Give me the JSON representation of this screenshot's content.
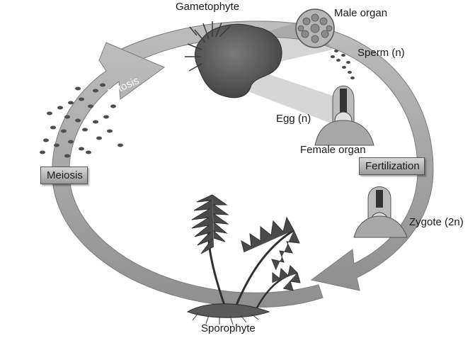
{
  "labels": {
    "gametophyte": "Gametophyte",
    "male_organ": "Male organ",
    "sperm": "Sperm (n)",
    "egg": "Egg (n)",
    "female_organ": "Female organ",
    "fertilization": "Fertilization",
    "zygote": "Zygote (2n)",
    "sporophyte": "Sporophyte",
    "meiosis": "Meiosis",
    "mitosis": "Mitosis"
  },
  "colors": {
    "ring": "#a6a6a6",
    "ring_edge": "#7a7a7a",
    "dark_tissue": "#4a4a4a",
    "fern": "#3a3a3a"
  },
  "icons": [
    "gametophyte-thallus-icon",
    "male-organ-icon",
    "female-organ-icon",
    "zygote-icon",
    "fern-sporophyte-icon",
    "spores-icon",
    "sperm-icon"
  ]
}
